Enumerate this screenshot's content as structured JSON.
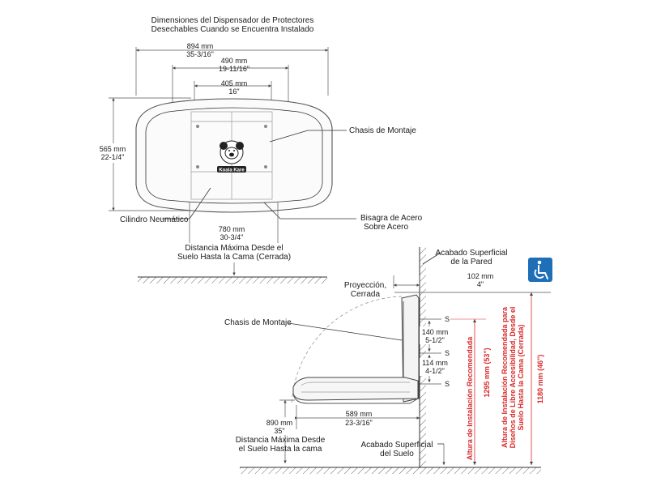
{
  "top_view": {
    "title_line1": "Dimensiones del Dispensador de Protectores",
    "title_line2": "Desechables Cuando se Encuentra Instalado",
    "width_mm": "894 mm",
    "width_in": "35-3/16\"",
    "inner_width_mm": "490 mm",
    "inner_width_in": "19-11/16\"",
    "chassis_width_mm": "405 mm",
    "chassis_width_in": "16\"",
    "height_mm": "565 mm",
    "height_in": "22-1/4\"",
    "bottom_width_mm": "780 mm",
    "bottom_width_in": "30-3/4\"",
    "label_chassis": "Chasis de Montaje",
    "label_cylinder": "Cilindro Neumático",
    "label_hinge_line1": "Bisagra de Acero",
    "label_hinge_line2": "Sobre Acero",
    "label_max_dist_line1": "Distancia Máxima Desde el",
    "label_max_dist_line2": "Suelo Hasta la Cama (Cerrada)",
    "logo_text": "Koala Kare"
  },
  "side_view": {
    "label_wall_line1": "Acabado Superficial",
    "label_wall_line2": "de la Pared",
    "projection_closed_line1": "Proyección,",
    "projection_closed_line2": "Cerrada",
    "projection_mm": "102 mm",
    "projection_in": "4\"",
    "label_chassis": "Chasis de Montaje",
    "s_label": "S",
    "gap1_mm": "140 mm",
    "gap1_in": "5-1/2\"",
    "gap2_mm": "114 mm",
    "gap2_in": "4-1/2\"",
    "open_depth_mm": "589 mm",
    "open_depth_in": "23-3/16\"",
    "bed_height_mm": "890 mm",
    "bed_height_in": "35\"",
    "label_max_bed_line1": "Distancia Máxima Desde",
    "label_max_bed_line2": "el Suelo Hasta la cama",
    "label_floor_line1": "Acabado Superficial",
    "label_floor_line2": "del Suelo",
    "rec_height_label": "Altura de Instalación Recomendada",
    "rec_height_value": "1295 mm (53\")",
    "ada_line1": "Altura de Instalación Recomendada para",
    "ada_line2": "Diseños de Libre Accesibilidad, Desde el",
    "ada_line3": "Suelo Hasta la Cama (Cerrada)",
    "ada_value": "1180 mm (46\")",
    "accessibility_icon": "wheelchair-icon",
    "accessibility_color": "#1f6fb8",
    "red_color": "#d9292b"
  }
}
